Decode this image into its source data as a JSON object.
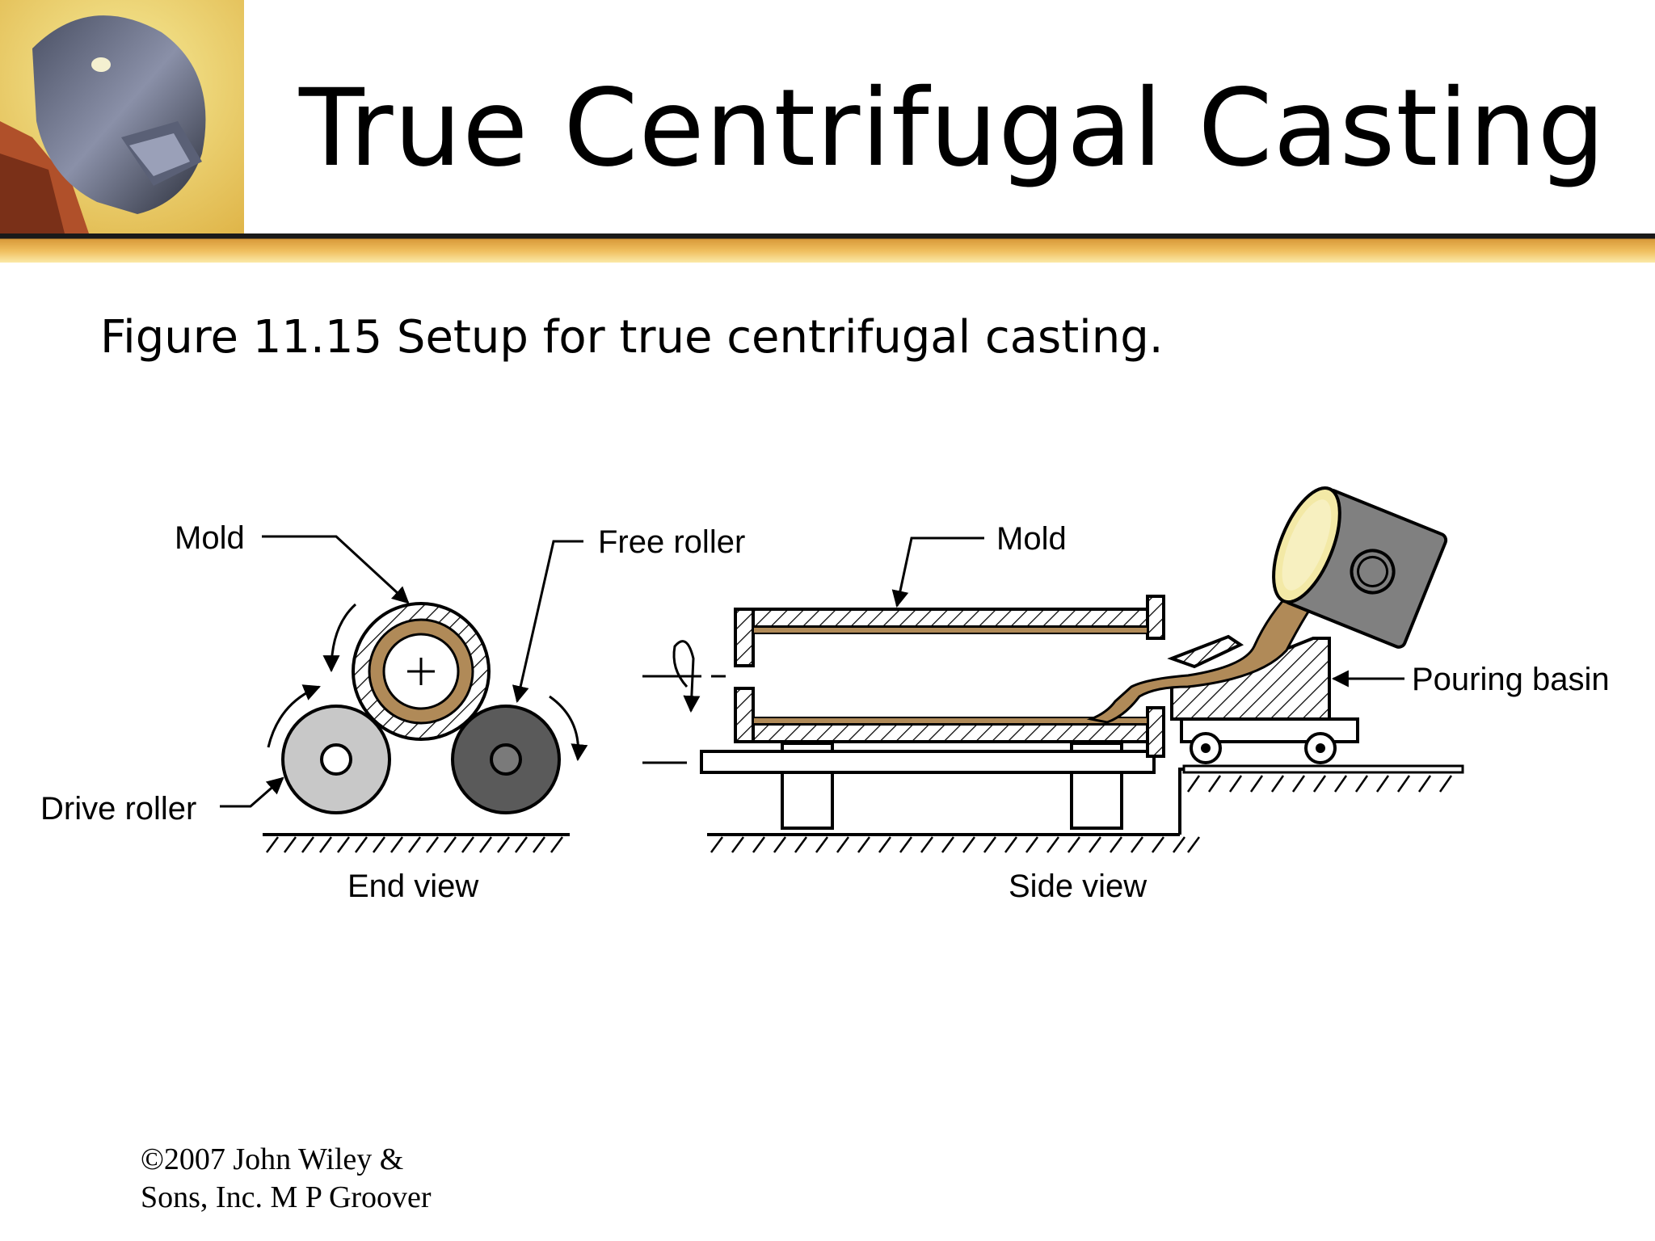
{
  "slide": {
    "title": "True Centrifugal Casting",
    "caption": "Figure 11.15  Setup for true centrifugal casting.",
    "copyright": "©2007 John Wiley & Sons, Inc.  M P Groover"
  },
  "figure": {
    "end_view": {
      "label_mold": "Mold",
      "label_free_roller": "Free roller",
      "label_drive_roller": "Drive roller",
      "view_label": "End view"
    },
    "side_view": {
      "label_mold": "Mold",
      "label_pouring_basin": "Pouring basin",
      "view_label": "Side view"
    }
  },
  "colors": {
    "molten_metal": "#b08a58",
    "header_gold": "#f0c060",
    "drive_roller": "#c8c8c8",
    "free_roller": "#5a5a5a",
    "ladle": "#808080"
  }
}
